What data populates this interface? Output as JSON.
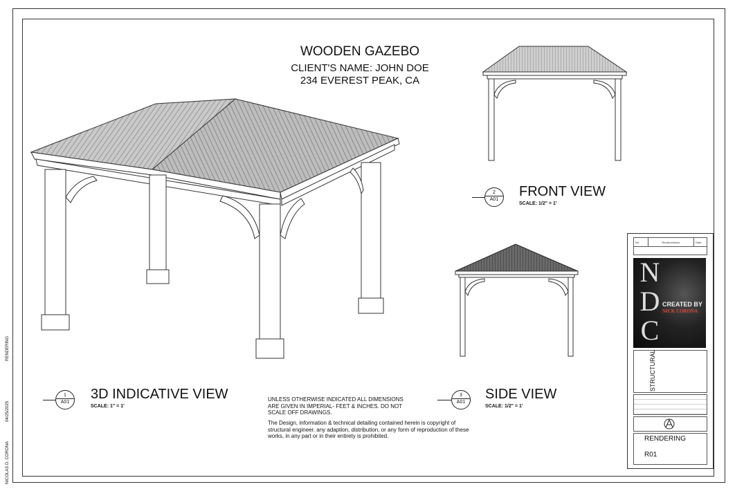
{
  "header": {
    "title": "WOODEN GAZEBO",
    "client": "CLIENT'S NAME: JOHN DOE",
    "address": "234 EVEREST PEAK, CA"
  },
  "views": {
    "indicative": {
      "number": "1",
      "sheet": "A01",
      "title": "3D INDICATIVE VIEW",
      "scale": "SCALE: 1\" = 1'"
    },
    "front": {
      "number": "2",
      "sheet": "A01",
      "title": "FRONT VIEW",
      "scale": "SCALE: 1/2\" = 1'"
    },
    "side": {
      "number": "3",
      "sheet": "A01",
      "title": "SIDE VIEW",
      "scale": "SCALE: 1/2\" = 1'"
    }
  },
  "notes": {
    "dimensions": "UNLESS OTHERWISE INDICATED ALL DIMENSIONS ARE GIVEN IN IMPERIAL- FEET & INCHES. DO NOT SCALE OFF DRAWINGS.",
    "copyright": "The Design, information & technical detailing contained herein is copyright of structural engineer. any adaption, distribution, or any form of reproduction of these works, in any part or in their entirety is prohibited."
  },
  "title_block": {
    "col_no": "No.",
    "col_revision": "Revision/Issue",
    "col_date": "Date",
    "logo_letters": [
      "N",
      "D",
      "C"
    ],
    "created_by": "CREATED BY",
    "author": "NICK CORONA",
    "discipline": "STRUCTURAL",
    "sheet_title": "RENDERING",
    "sheet_number": "R01"
  },
  "margin": {
    "name": "NICOLAS D. CORONA",
    "date": "04/25/2025",
    "label": "RENDERING"
  }
}
